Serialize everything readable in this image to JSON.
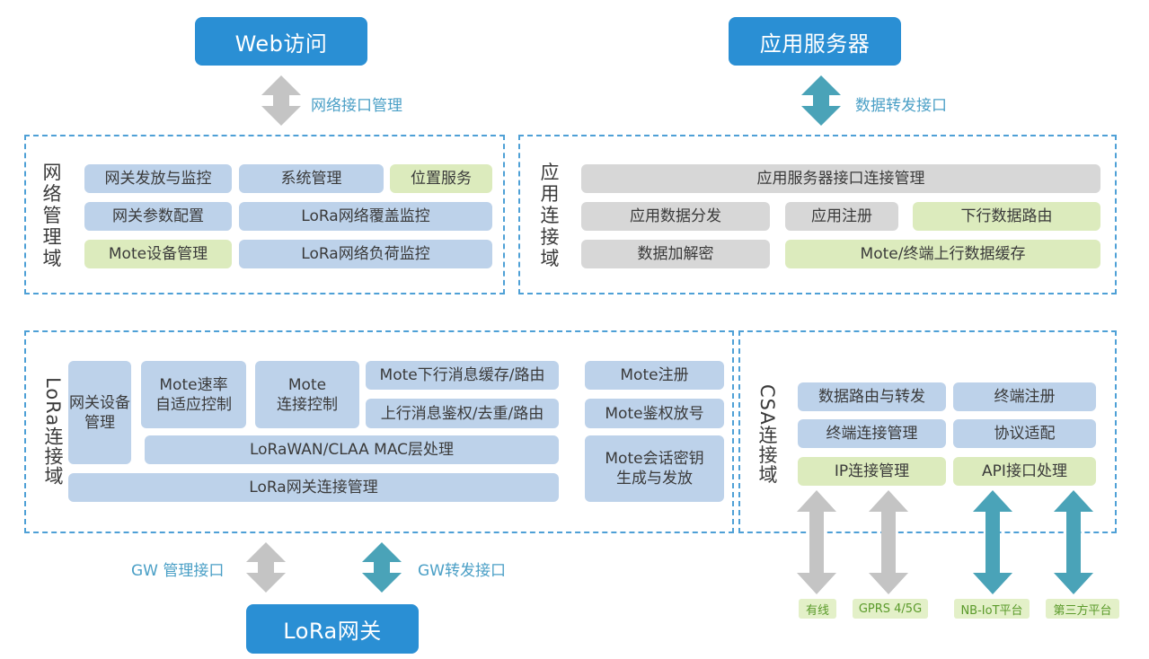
{
  "top": {
    "web": "Web访问",
    "app_server": "应用服务器"
  },
  "arrows": {
    "network_iface": "网络接口管理",
    "data_forward": "数据转发接口",
    "gw_manage": "GW 管理接口",
    "gw_forward": "GW转发接口"
  },
  "network_domain": {
    "label": "网络管理域",
    "items": [
      "网关发放与监控",
      "系统管理",
      "位置服务",
      "网关参数配置",
      "LoRa网络覆盖监控",
      "Mote设备管理",
      "LoRa网络负荷监控"
    ]
  },
  "app_domain": {
    "label": "应用连接域",
    "items": [
      "应用服务器接口连接管理",
      "应用数据分发",
      "应用注册",
      "下行数据路由",
      "数据加解密",
      "Mote/终端上行数据缓存"
    ]
  },
  "lora_domain": {
    "label": "LoRa连接域",
    "items": [
      "网关设备\n管理",
      "Mote速率\n自适应控制",
      "Mote\n连接控制",
      "Mote下行消息缓存/路由",
      "上行消息鉴权/去重/路由",
      "LoRaWAN/CLAA MAC层处理",
      "LoRa网关连接管理",
      "Mote注册",
      "Mote鉴权放号",
      "Mote会话密钥\n生成与发放"
    ]
  },
  "csa_domain": {
    "label": "CSA连接域",
    "items": [
      "数据路由与转发",
      "终端注册",
      "终端连接管理",
      "协议适配",
      "IP连接管理",
      "API接口处理"
    ]
  },
  "bottom": {
    "lora_gateway": "LoRa网关"
  },
  "access_tags": [
    "有线",
    "GPRS 4/5G",
    "NB-IoT平台",
    "第三方平台"
  ],
  "colors": {
    "button": "#2a8fd4",
    "dash": "#4ea0d6",
    "blue_box": "#bdd2ea",
    "green_box": "#dcebbd",
    "gray_box": "#d7d7d7",
    "gray_arrow": "#c4c4c4",
    "teal_arrow": "#4aa3b8"
  }
}
